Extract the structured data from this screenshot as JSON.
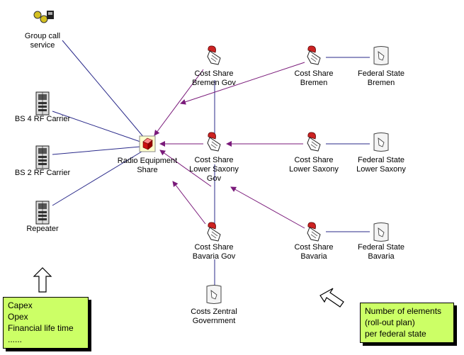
{
  "nodes": {
    "group_call": {
      "label": [
        "Group call",
        "service"
      ],
      "icon": "group-call-icon"
    },
    "bs4": {
      "label": [
        "BS 4 RF Carrier"
      ],
      "icon": "rack-server-icon"
    },
    "bs2": {
      "label": [
        "BS 2 RF Carrier"
      ],
      "icon": "rack-server-icon"
    },
    "repeater": {
      "label": [
        "Repeater"
      ],
      "icon": "rack-server-icon"
    },
    "radio_share": {
      "label": [
        "Radio Equipment",
        "Share"
      ],
      "icon": "cube-icon"
    },
    "cs_bremen_gov": {
      "label": [
        "Cost Share",
        "Bremen Gov"
      ],
      "icon": "hand-card-icon"
    },
    "cs_lsaxony_gov": {
      "label": [
        "Cost Share",
        "Lower Saxony",
        "Gov"
      ],
      "icon": "hand-card-icon"
    },
    "cs_bavaria_gov": {
      "label": [
        "Cost Share",
        "Bavaria Gov"
      ],
      "icon": "hand-card-icon"
    },
    "costs_zentral": {
      "label": [
        "Costs Zentral",
        "Government"
      ],
      "icon": "document-icon"
    },
    "cs_bremen": {
      "label": [
        "Cost Share",
        "Bremen"
      ],
      "icon": "hand-card-icon"
    },
    "cs_lsaxony": {
      "label": [
        "Cost Share",
        "Lower Saxony"
      ],
      "icon": "hand-card-icon"
    },
    "cs_bavaria": {
      "label": [
        "Cost Share",
        "Bavaria"
      ],
      "icon": "hand-card-icon"
    },
    "fs_bremen": {
      "label": [
        "Federal State",
        "Bremen"
      ],
      "icon": "document-icon"
    },
    "fs_lsaxony": {
      "label": [
        "Federal State",
        "Lower Saxony"
      ],
      "icon": "document-icon"
    },
    "fs_bavaria": {
      "label": [
        "Federal State",
        "Bavaria"
      ],
      "icon": "document-icon"
    }
  },
  "notes": {
    "left": [
      "Capex",
      "Opex",
      "Financial life time",
      "......"
    ],
    "right": [
      "Number of elements",
      "(roll-out plan)",
      "per  federal state"
    ]
  },
  "colors": {
    "link_blue": "#2a2a8a",
    "link_purple": "#7a1a7a",
    "note_fill": "#ccff66"
  }
}
